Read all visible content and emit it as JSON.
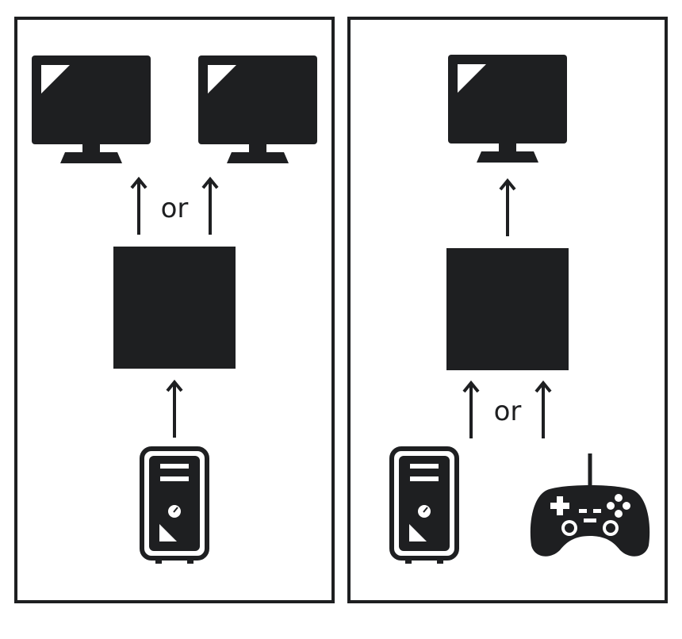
{
  "colors": {
    "ink": "#1e1f21",
    "panel_stroke": "#1e1f21",
    "background": "#ffffff"
  },
  "left_panel": {
    "outputs": [
      "monitor-icon",
      "monitor-icon"
    ],
    "connector_label": "or",
    "device": "black-square-box",
    "inputs": [
      "pc-tower-icon"
    ]
  },
  "right_panel": {
    "outputs": [
      "monitor-icon"
    ],
    "device": "black-square-box",
    "connector_label": "or",
    "inputs": [
      "pc-tower-icon",
      "gamepad-icon"
    ]
  }
}
